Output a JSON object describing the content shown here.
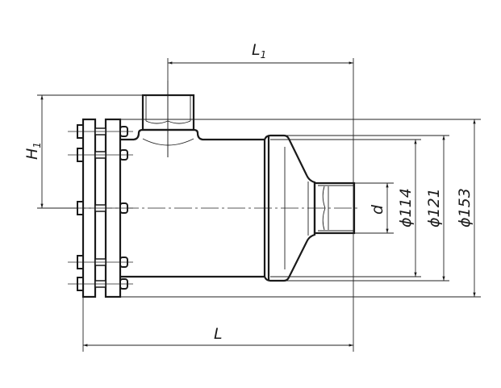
{
  "drawing": {
    "title": "Filter housing with flange cover",
    "dimensions": {
      "L1": {
        "main": "L",
        "sub": "1"
      },
      "L": "L",
      "H1": {
        "main": "H",
        "sub": "1"
      },
      "d": "d",
      "dia114": "ϕ114",
      "dia121": "ϕ121",
      "dia153": "ϕ153"
    }
  }
}
